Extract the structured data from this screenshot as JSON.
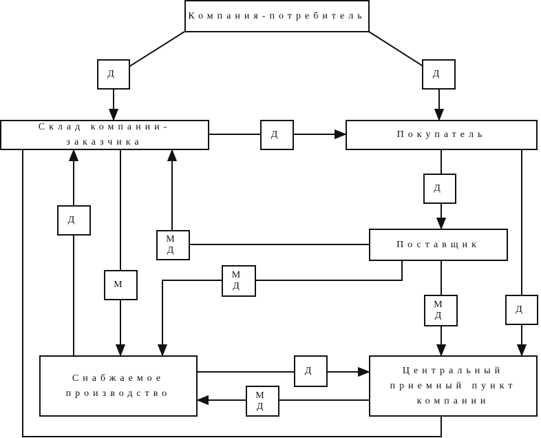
{
  "nodes": {
    "consumer_company": "Компания-потребитель",
    "customer_warehouse": "Склад компании-заказчика",
    "buyer": "Покупатель",
    "supplier": "Поставщик",
    "production": "Снабжаемое производство",
    "central_point": "Центральный приемный пункт компании"
  },
  "flow_labels": {
    "d": "Д",
    "m": "М",
    "md": "М Д"
  }
}
